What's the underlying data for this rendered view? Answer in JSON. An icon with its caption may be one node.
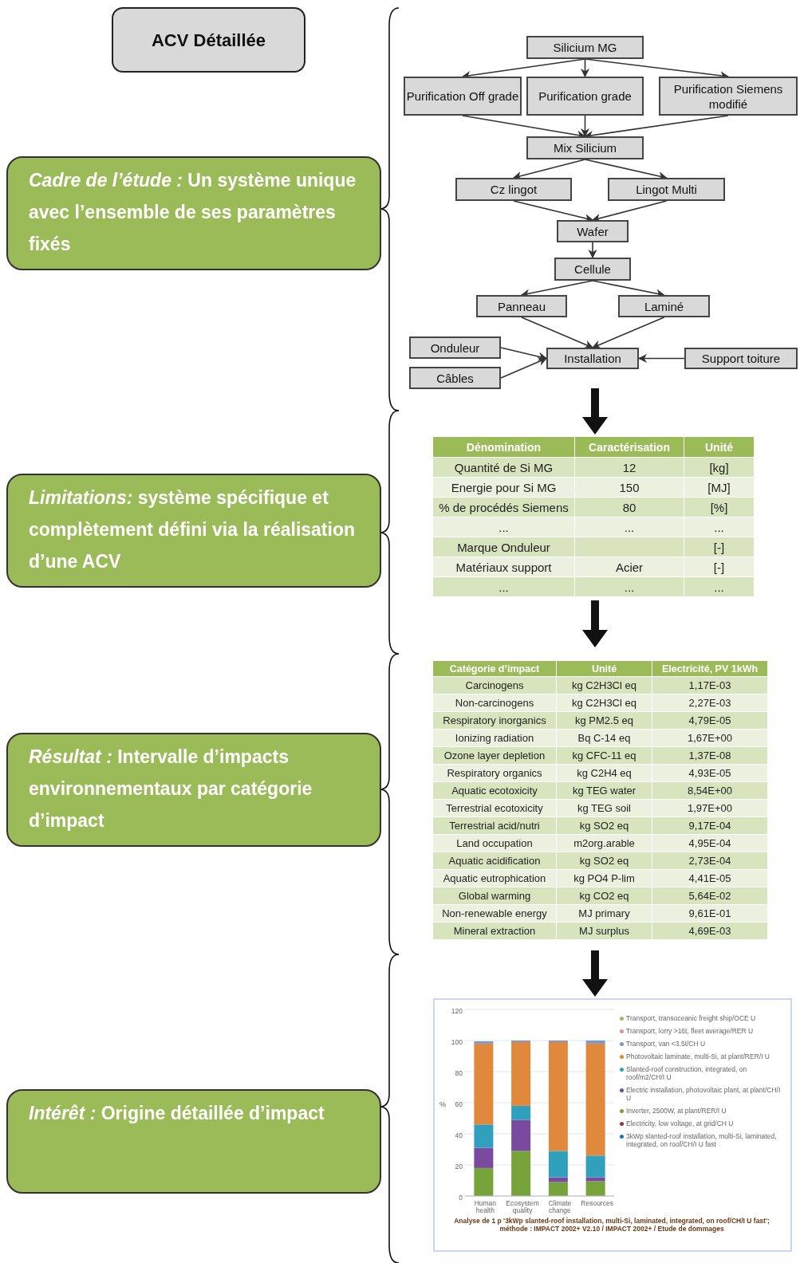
{
  "diagram": {
    "nodes": [
      {
        "text": [
          "ACV Détaillée"
        ]
      },
      {
        "text": [
          "*Cadre de l’étude :* Un système unique avec l’ensemble de ses paramètres fixés"
        ]
      },
      {
        "text": [
          "*Limitations:* système spécifique et complètement défini via la réalisation d’une ACV"
        ]
      },
      {
        "text": [
          "*Résultat :* Intervalle d’impacts environnementaux par catégorie d’impact"
        ]
      },
      {
        "text": [
          "*Intérêt :* Origine détaillée d’impact"
        ]
      },
      {
        "text": [
          "Silicium MG"
        ]
      },
      {
        "text": [
          "Purification Off grade"
        ]
      },
      {
        "text": [
          "Purification grade"
        ]
      },
      {
        "text": [
          "Purification Siemens modifié"
        ]
      },
      {
        "text": [
          "Mix Silicium"
        ]
      },
      {
        "text": [
          "Cz lingot"
        ]
      },
      {
        "text": [
          "Lingot Multi"
        ]
      },
      {
        "text": [
          "Wafer"
        ]
      },
      {
        "text": [
          "Cellule"
        ]
      },
      {
        "text": [
          "Panneau"
        ]
      },
      {
        "text": [
          "Laminé"
        ]
      },
      {
        "text": [
          "Onduleur"
        ]
      },
      {
        "text": [
          "Câbles"
        ]
      },
      {
        "text": [
          "Installation"
        ]
      },
      {
        "text": [
          "Support toiture"
        ]
      }
    ],
    "edges": [
      {
        "from": 5,
        "to": 6,
        "arrow": "to"
      },
      {
        "from": 5,
        "to": 7,
        "arrow": "to"
      },
      {
        "from": 5,
        "to": 8,
        "arrow": "to"
      },
      {
        "from": 6,
        "to": 9,
        "arrow": "to"
      },
      {
        "from": 7,
        "to": 9,
        "arrow": "to"
      },
      {
        "from": 8,
        "to": 9,
        "arrow": "to"
      },
      {
        "from": 9,
        "to": 10,
        "arrow": "to"
      },
      {
        "from": 9,
        "to": 11,
        "arrow": "to"
      },
      {
        "from": 10,
        "to": 12,
        "arrow": "to"
      },
      {
        "from": 11,
        "to": 12,
        "arrow": "to"
      },
      {
        "from": 12,
        "to": 13,
        "arrow": "to"
      },
      {
        "from": 13,
        "to": 14,
        "arrow": "to"
      },
      {
        "from": 13,
        "to": 15,
        "arrow": "to"
      },
      {
        "from": 14,
        "to": 18,
        "arrow": "to"
      },
      {
        "from": 15,
        "to": 18,
        "arrow": "to"
      },
      {
        "from": 16,
        "to": 18,
        "arrow": "to"
      },
      {
        "from": 17,
        "to": 18,
        "arrow": "to"
      },
      {
        "from": 19,
        "to": 18,
        "arrow": "to"
      }
    ],
    "labels": [
      "Dénomination",
      "Caractérisation",
      "Unité",
      "Quantité de Si MG",
      "12",
      "[kg]",
      "Energie pour Si MG",
      "150",
      "[MJ]",
      "% de procédés Siemens",
      "80",
      "[%]",
      "...",
      "...",
      "...",
      "Marque Onduleur",
      "[-]",
      "Matériaux support",
      "Acier",
      "[-]",
      "...",
      "...",
      "...",
      "Catégorie d’impact",
      "Unité",
      "Electricité, PV 1kWh",
      "Carcinogens",
      "kg C2H3Cl eq",
      "1,17E-03",
      "Non-carcinogens",
      "kg C2H3Cl eq",
      "2,27E-03",
      "Respiratory inorganics",
      "kg PM2.5 eq",
      "4,79E-05",
      "Ionizing radiation",
      "Bq C-14 eq",
      "1,67E+00",
      "Ozone layer depletion",
      "kg CFC-11 eq",
      "1,37E-08",
      "Respiratory organics",
      "kg C2H4 eq",
      "4,93E-05",
      "Aquatic ecotoxicity",
      "kg TEG water",
      "8,54E+00",
      "Terrestrial ecotoxicity",
      "kg TEG soil",
      "1,97E+00",
      "Terrestrial acid/nutri",
      "kg SO2 eq",
      "9,17E-04",
      "Land occupation",
      "m2org.arable",
      "4,95E-04",
      "Aquatic acidification",
      "kg SO2 eq",
      "2,73E-04",
      "Aquatic eutrophication",
      "kg PO4 P-lim",
      "4,41E-05",
      "Global warming",
      "kg CO2 eq",
      "5,64E-02",
      "Non-renewable energy",
      "MJ primary",
      "9,61E-01",
      "Mineral extraction",
      "MJ surplus",
      "4,69E-03"
    ],
    "chart_data": {
      "type": "bar",
      "title": "Analyse de 1 p '3kWp slanted-roof installation, multi-Si, laminated, integrated, on roof/CH/I U fast'; méthode : IMPACT 2002+ V2.10 / IMPACT 2002+ / Etude de dommages",
      "ylabel": "%",
      "categories": [
        "Human health",
        "Ecosystem quality",
        "Climate change",
        "Resources"
      ],
      "ylim": [
        0,
        120
      ],
      "yticks": [
        0,
        20,
        40,
        60,
        80,
        100,
        120
      ],
      "stacked": true,
      "grid": true,
      "legend": "right",
      "series": [
        {
          "name": "Transport, transoceanic freight ship/OCE U",
          "color": "#9bbb59",
          "values": [
            null,
            null,
            null,
            null
          ]
        },
        {
          "name": "Transport, lorry >16t, fleet average/RER U",
          "color": "#d99694",
          "values": [
            null,
            null,
            null,
            null
          ]
        },
        {
          "name": "Transport, van <3.5t/CH U",
          "color": "#8096c8",
          "values": [
            1.5,
            1,
            1,
            2
          ]
        },
        {
          "name": "Photovoltaic laminate, multi-Si, at plant/RER/I U",
          "color": "#e0883c",
          "values": [
            52,
            41,
            70,
            72
          ]
        },
        {
          "name": "Slanted-roof construction, integrated, on roof/m2/CH/I U",
          "color": "#31a0bd",
          "values": [
            15,
            9,
            17,
            14
          ]
        },
        {
          "name": "Electric installation, photovoltaic plant, at plant/CH/I U",
          "color": "#7a4a9e",
          "values": [
            13,
            20,
            3,
            2.5
          ]
        },
        {
          "name": "Inverter, 2500W, at plant/RER/I U",
          "color": "#77a33b",
          "values": [
            18,
            29,
            9,
            9.5
          ]
        },
        {
          "name": "Electricity, low voltage, at grid/CH U",
          "color": "#953735",
          "values": [
            null,
            null,
            null,
            null
          ]
        },
        {
          "name": "3kWp slanted-roof installation, multi-Si, laminated, integrated, on roof/CH/I U fast",
          "color": "#1f6fbf",
          "values": [
            null,
            null,
            null,
            null
          ]
        }
      ]
    }
  }
}
